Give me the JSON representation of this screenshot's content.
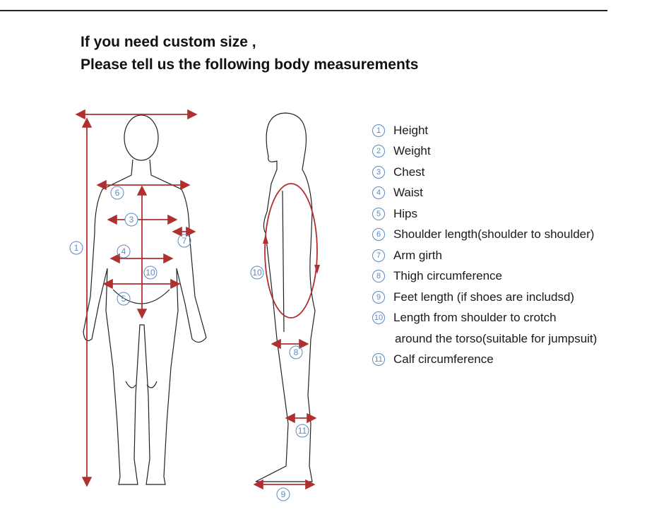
{
  "title": {
    "line1": "If you need custom size ,",
    "line2": "Please tell us the following body measurements"
  },
  "colors": {
    "arrow": "#b03030",
    "label": "#5b8ac0",
    "outline": "#222222"
  },
  "legend": [
    {
      "num": "1",
      "text": "Height"
    },
    {
      "num": "2",
      "text": "Weight"
    },
    {
      "num": "3",
      "text": "Chest"
    },
    {
      "num": "4",
      "text": "Waist"
    },
    {
      "num": "5",
      "text": "Hips"
    },
    {
      "num": "6",
      "text": "Shoulder length(shoulder to shoulder)"
    },
    {
      "num": "7",
      "text": "Arm girth"
    },
    {
      "num": "8",
      "text": "Thigh circumference"
    },
    {
      "num": "9",
      "text": "Feet length (if shoes are includsd)"
    },
    {
      "num": "10",
      "text": "Length from shoulder to crotch",
      "text2": "around the torso(suitable for jumpsuit)"
    },
    {
      "num": "11",
      "text": "Calf circumference"
    }
  ],
  "diagram_labels": {
    "height": "1",
    "chest": "3",
    "waist": "4",
    "hips": "5",
    "shoulder": "6",
    "arm": "7",
    "thigh": "8",
    "feet": "9",
    "torso_front": "10",
    "torso_side": "10",
    "calf": "11"
  }
}
